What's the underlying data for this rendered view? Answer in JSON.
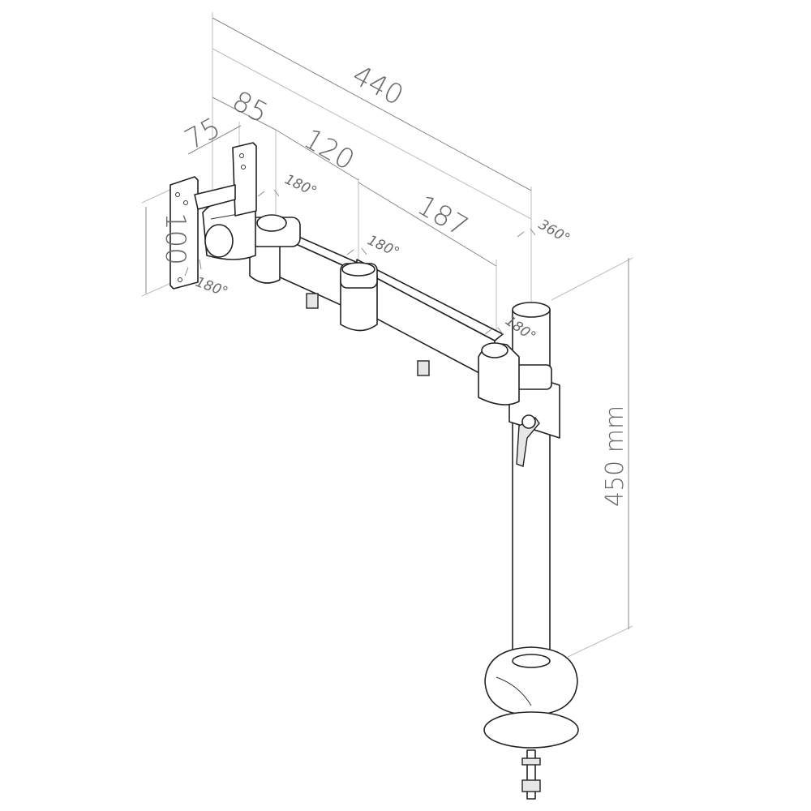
{
  "dimensions": {
    "overall_length": "440",
    "vesa_to_first_joint": "85",
    "vesa_width": "75",
    "first_arm": "120",
    "second_arm": "187",
    "vesa_height": "100",
    "pole_height": "450 mm"
  },
  "rotations": {
    "vesa_tilt": "180°",
    "first_joint": "180°",
    "second_joint": "180°",
    "pole_joint": "180°",
    "pole_top": "360°"
  }
}
